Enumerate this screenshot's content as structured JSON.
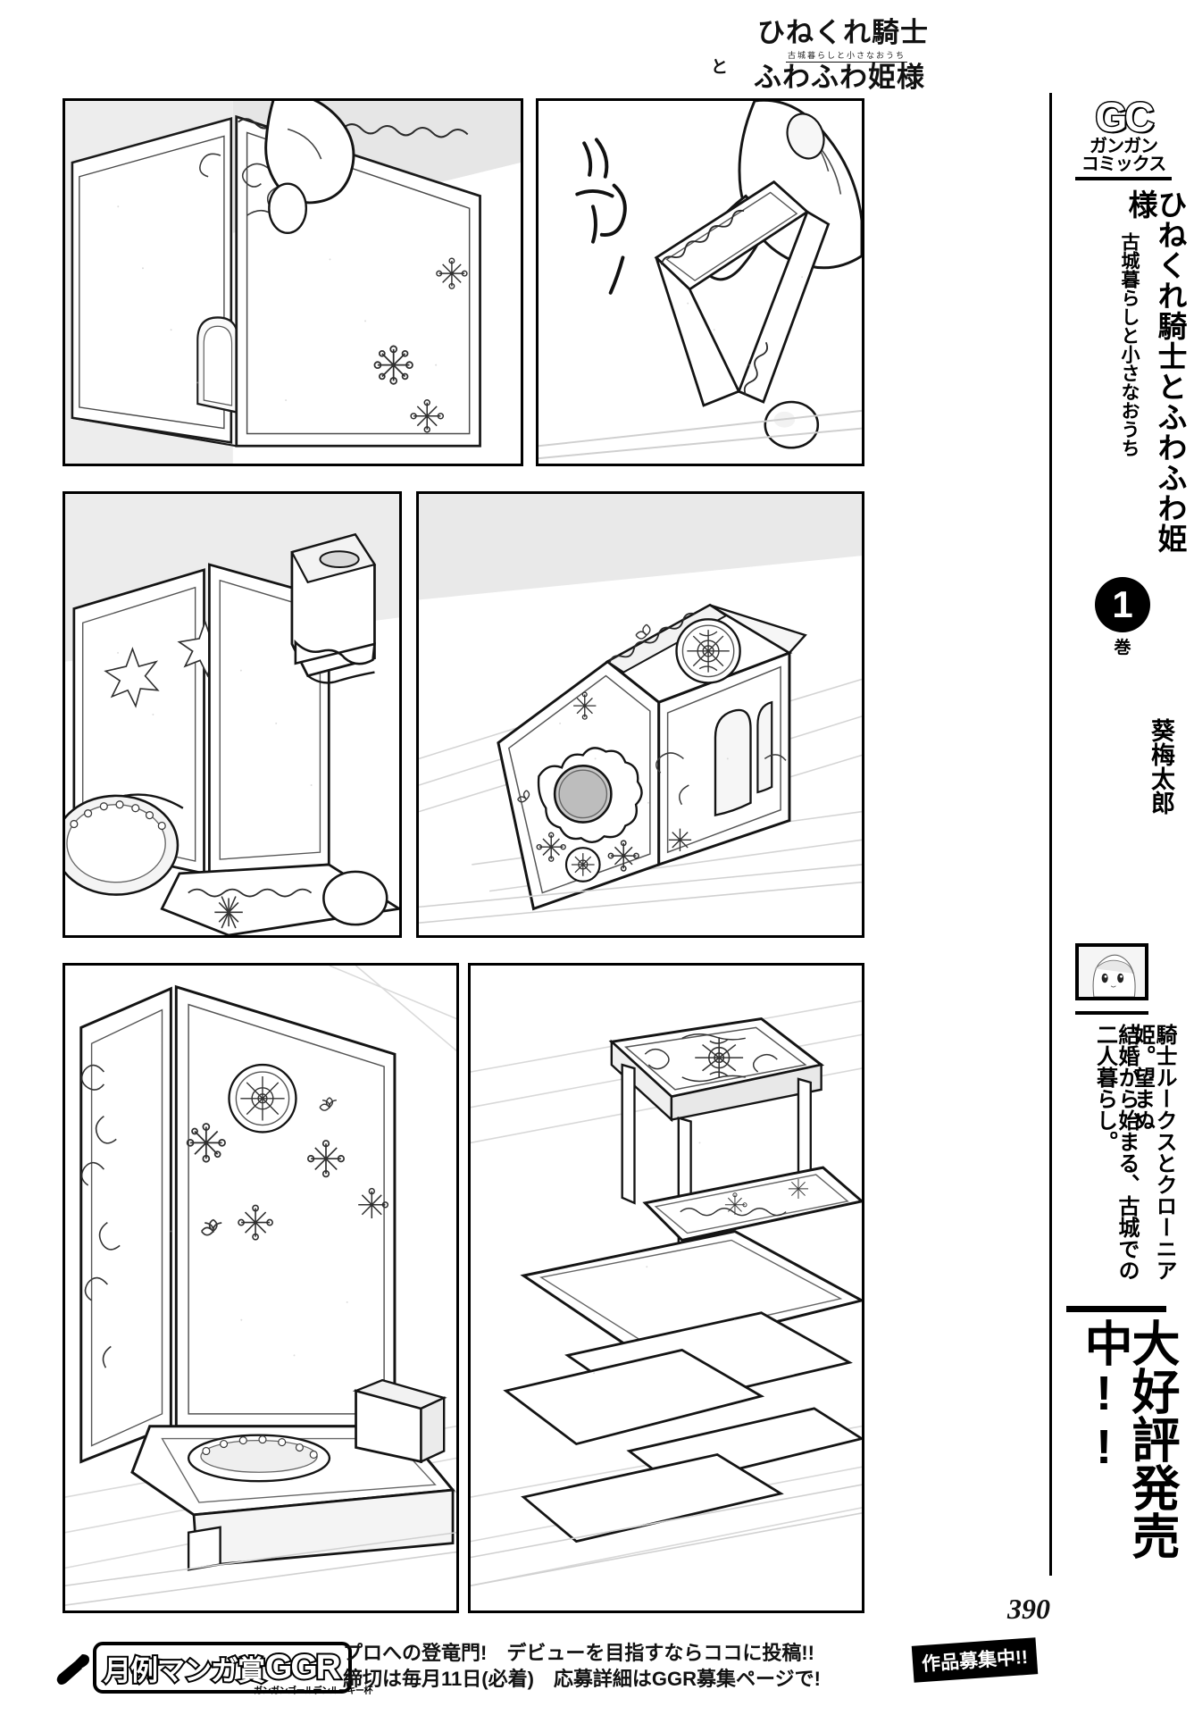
{
  "header": {
    "series_title_line1": "ひねくれ騎士",
    "series_title_line2": "ふわふわ姫様",
    "series_title_connector": "と",
    "series_subtitle": "古城暮らしと小さなおうち"
  },
  "ad_rail": {
    "imprint_mark": "GC",
    "imprint_kana_line1": "ガンガン",
    "imprint_kana_line2": "コミックス",
    "title": "ひねくれ騎士とふわふわ姫様",
    "subtitle": "古城暮らしと小さなおうち",
    "volume_number": "1",
    "volume_unit": "巻",
    "author": "葵梅太郎",
    "description_col1": "騎士ルークスとクローニア姫。望まぬ",
    "description_col2": "結婚から始まる、古城での二人暮らし。",
    "on_sale": "大好評発売中!!"
  },
  "panels": [
    {
      "id": "panel-1",
      "description": "指でジンジャーブレッドハウスの壁を押さえる手元のアップ",
      "sfx": ""
    },
    {
      "id": "panel-2",
      "description": "屋根のパーツを手で取り付ける",
      "sfx": "にゅ"
    },
    {
      "id": "panel-3",
      "description": "煙突のパーツを乗せる",
      "sfx": ""
    },
    {
      "id": "panel-4",
      "description": "完成間近のお菓子の家 全体像",
      "sfx": ""
    },
    {
      "id": "panel-5",
      "description": "家の土台と前庭のアップ",
      "sfx": ""
    },
    {
      "id": "panel-6",
      "description": "ベンチとテーブルの小物",
      "sfx": ""
    }
  ],
  "footer": {
    "page_number": "390",
    "award_name_jp": "月例マンガ賞",
    "award_name_en": "GGR",
    "award_subtitle": "ガンガンゴールデンルーキー杯",
    "tagline_line1": "プロへの登竜門!　デビューを目指すならココに投稿!!",
    "tagline_line2": "締切は毎月11日(必着)　応募詳細はGGR募集ページで!",
    "recruit_badge": "作品募集中!!"
  }
}
